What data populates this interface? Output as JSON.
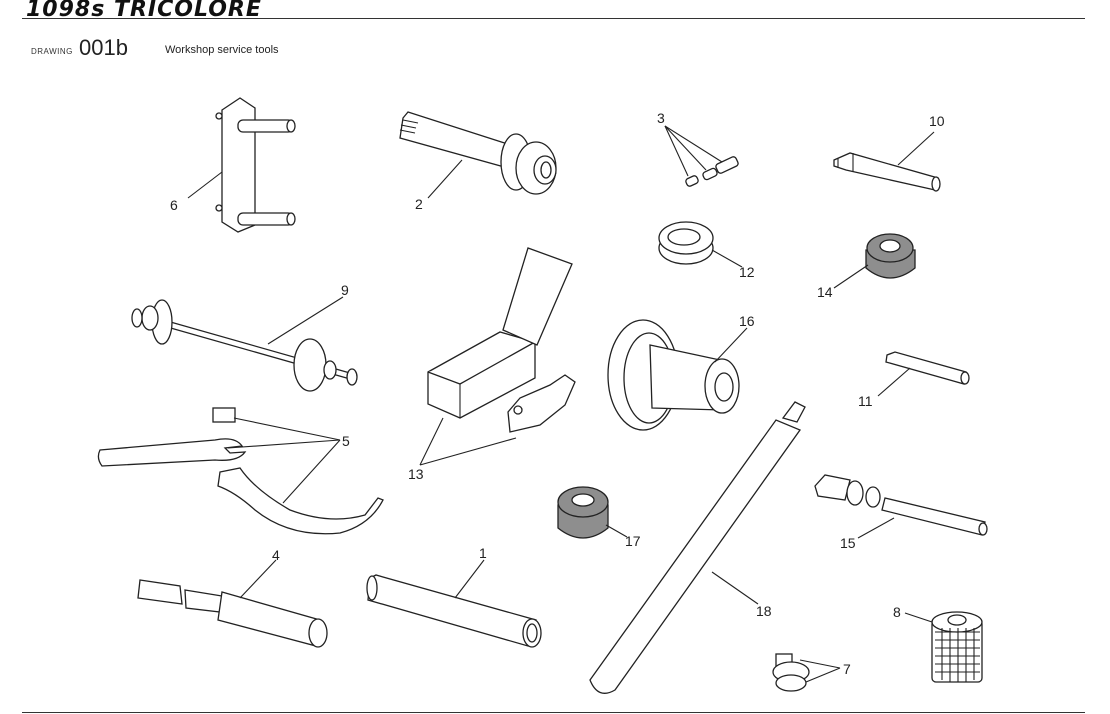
{
  "header": {
    "brand": "1098s TRICOLORE",
    "drawing_label": "DRAWING",
    "drawing_number": "001b",
    "title": "Workshop service tools"
  },
  "callouts": [
    "1",
    "2",
    "3",
    "4",
    "5",
    "6",
    "7",
    "8",
    "9",
    "10",
    "11",
    "12",
    "13",
    "14",
    "15",
    "16",
    "17",
    "18"
  ]
}
